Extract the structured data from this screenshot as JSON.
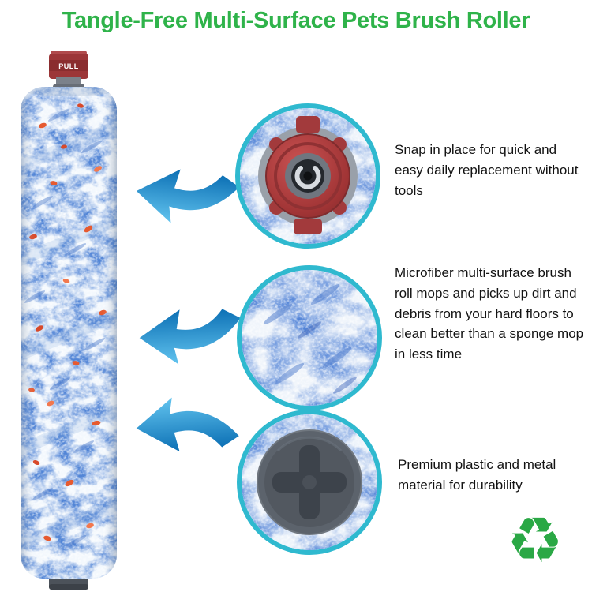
{
  "title": "Tangle-Free Multi-Surface Pets Brush Roller",
  "product": {
    "cap_label": "PULL"
  },
  "features": [
    {
      "text": "Snap in place for quick and easy daily replacement without tools"
    },
    {
      "text": "Microfiber multi-surface brush roll mops and picks up dirt and debris from your hard floors to clean better than a sponge mop in less time"
    },
    {
      "text": "Premium plastic and metal material for durability"
    }
  ],
  "icons": {
    "recycle": "♻",
    "arrow": "blue-left-swoosh-arrow"
  },
  "colors": {
    "title_green": "#2fb34a",
    "recycle_green": "#2aa845",
    "circle_ring_teal": "#2fb9cf",
    "arrow_blue": "#0b6fb4",
    "cap_red": "#9c3638",
    "fiber_blue": "#5285d6",
    "fleck_orange": "#e65a30"
  }
}
